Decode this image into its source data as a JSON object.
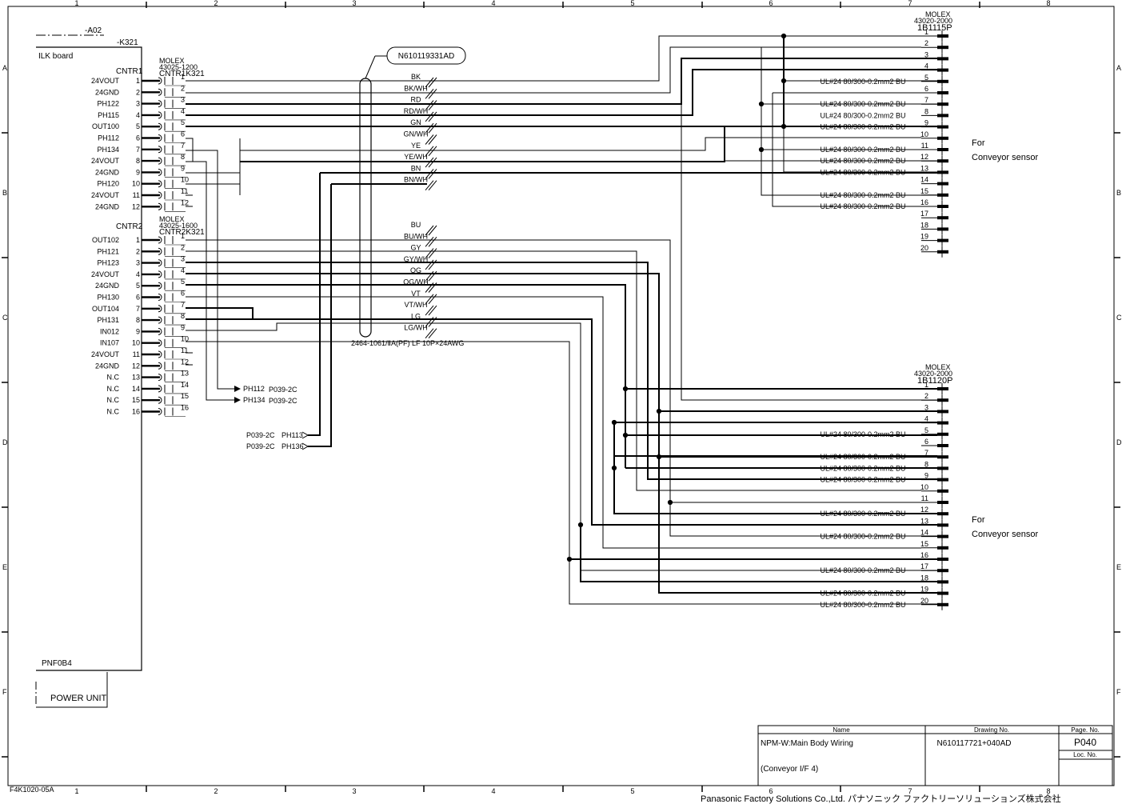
{
  "frame": {
    "col_labels": [
      "1",
      "2",
      "3",
      "4",
      "5",
      "6",
      "7",
      "8"
    ],
    "row_labels": [
      "A",
      "B",
      "C",
      "D",
      "E",
      "F"
    ],
    "form_code": "F4K1020-05A",
    "company": "Panasonic Factory Solutions Co.,Ltd. パナソニック ファクトリーソリューションズ株式会社"
  },
  "ilk_board": {
    "a02": "-A02",
    "k321": "-K321",
    "title": "ILK board",
    "part": "PNF0B4",
    "power_unit": "POWER UNIT"
  },
  "cntr1": {
    "name": "CNTR1",
    "molex": "MOLEX",
    "part": "43025-1200",
    "conn": "CNTR1K321",
    "pins": [
      {
        "n": "1",
        "sig": "24VOUT"
      },
      {
        "n": "2",
        "sig": "24GND"
      },
      {
        "n": "3",
        "sig": "PH122"
      },
      {
        "n": "4",
        "sig": "PH115"
      },
      {
        "n": "5",
        "sig": "OUT100"
      },
      {
        "n": "6",
        "sig": "PH112"
      },
      {
        "n": "7",
        "sig": "PH134"
      },
      {
        "n": "8",
        "sig": "24VOUT"
      },
      {
        "n": "9",
        "sig": "24GND"
      },
      {
        "n": "10",
        "sig": "PH120"
      },
      {
        "n": "11",
        "sig": "24VOUT"
      },
      {
        "n": "12",
        "sig": "24GND"
      }
    ]
  },
  "cntr2": {
    "name": "CNTR2",
    "molex": "MOLEX",
    "part": "43025-1600",
    "conn": "CNTR2K321",
    "pins": [
      {
        "n": "1",
        "sig": "OUT102"
      },
      {
        "n": "2",
        "sig": "PH121"
      },
      {
        "n": "3",
        "sig": "PH123"
      },
      {
        "n": "4",
        "sig": "24VOUT"
      },
      {
        "n": "5",
        "sig": "24GND"
      },
      {
        "n": "6",
        "sig": "PH130"
      },
      {
        "n": "7",
        "sig": "OUT104"
      },
      {
        "n": "8",
        "sig": "PH131"
      },
      {
        "n": "9",
        "sig": "IN012"
      },
      {
        "n": "10",
        "sig": "IN107"
      },
      {
        "n": "11",
        "sig": "24VOUT"
      },
      {
        "n": "12",
        "sig": "24GND"
      },
      {
        "n": "13",
        "sig": "N.C"
      },
      {
        "n": "14",
        "sig": "N.C"
      },
      {
        "n": "15",
        "sig": "N.C"
      },
      {
        "n": "16",
        "sig": "N.C"
      }
    ]
  },
  "cable": {
    "id": "N610119331AD",
    "spec": "2464-1061/ⅡA(PF) LF 10P×24AWG",
    "colors_top": [
      "BK",
      "BK/WH",
      "RD",
      "RD/WH",
      "GN",
      "GN/WH",
      "YE",
      "YE/WH",
      "BN",
      "BN/WH"
    ],
    "colors_bottom": [
      "BU",
      "BU/WH",
      "GY",
      "GY/WH",
      "OG",
      "OG/WH",
      "VT",
      "VT/WH",
      "LG",
      "LG/WH"
    ]
  },
  "xrefs": {
    "out": [
      {
        "sig": "PH112",
        "ref": "P039-2C"
      },
      {
        "sig": "PH134",
        "ref": "P039-2C"
      }
    ],
    "in": [
      {
        "sig": "PH113",
        "ref": "P039-2C"
      },
      {
        "sig": "PH136",
        "ref": "P039-2C"
      }
    ]
  },
  "conn_top": {
    "molex": "MOLEX",
    "part": "43020-2000",
    "conn": "1B1115P",
    "pins": [
      "1",
      "2",
      "3",
      "4",
      "5",
      "6",
      "7",
      "8",
      "9",
      "10",
      "11",
      "12",
      "13",
      "14",
      "15",
      "16",
      "17",
      "18",
      "19",
      "20"
    ],
    "caption_line1": "For",
    "caption_line2": "Conveyor sensor"
  },
  "conn_bottom": {
    "molex": "MOLEX",
    "part": "43020-2000",
    "conn": "1B1120P",
    "pins": [
      "1",
      "2",
      "3",
      "4",
      "5",
      "6",
      "7",
      "8",
      "9",
      "10",
      "11",
      "12",
      "13",
      "14",
      "15",
      "16",
      "17",
      "18",
      "19",
      "20"
    ],
    "caption_line1": "For",
    "caption_line2": "Conveyor sensor"
  },
  "wire_spec": "UL#24 80/300-0.2mm2 BU",
  "title_block": {
    "name_hdr": "Name",
    "drawing_hdr": "Drawing No.",
    "page_hdr": "Page. No.",
    "loc_hdr": "Loc. No.",
    "name1": "NPM-W:Main Body Wiring",
    "name2": "(Conveyor I/F 4)",
    "drawing_no": "N610117721+040AD",
    "page_no": "P040"
  }
}
